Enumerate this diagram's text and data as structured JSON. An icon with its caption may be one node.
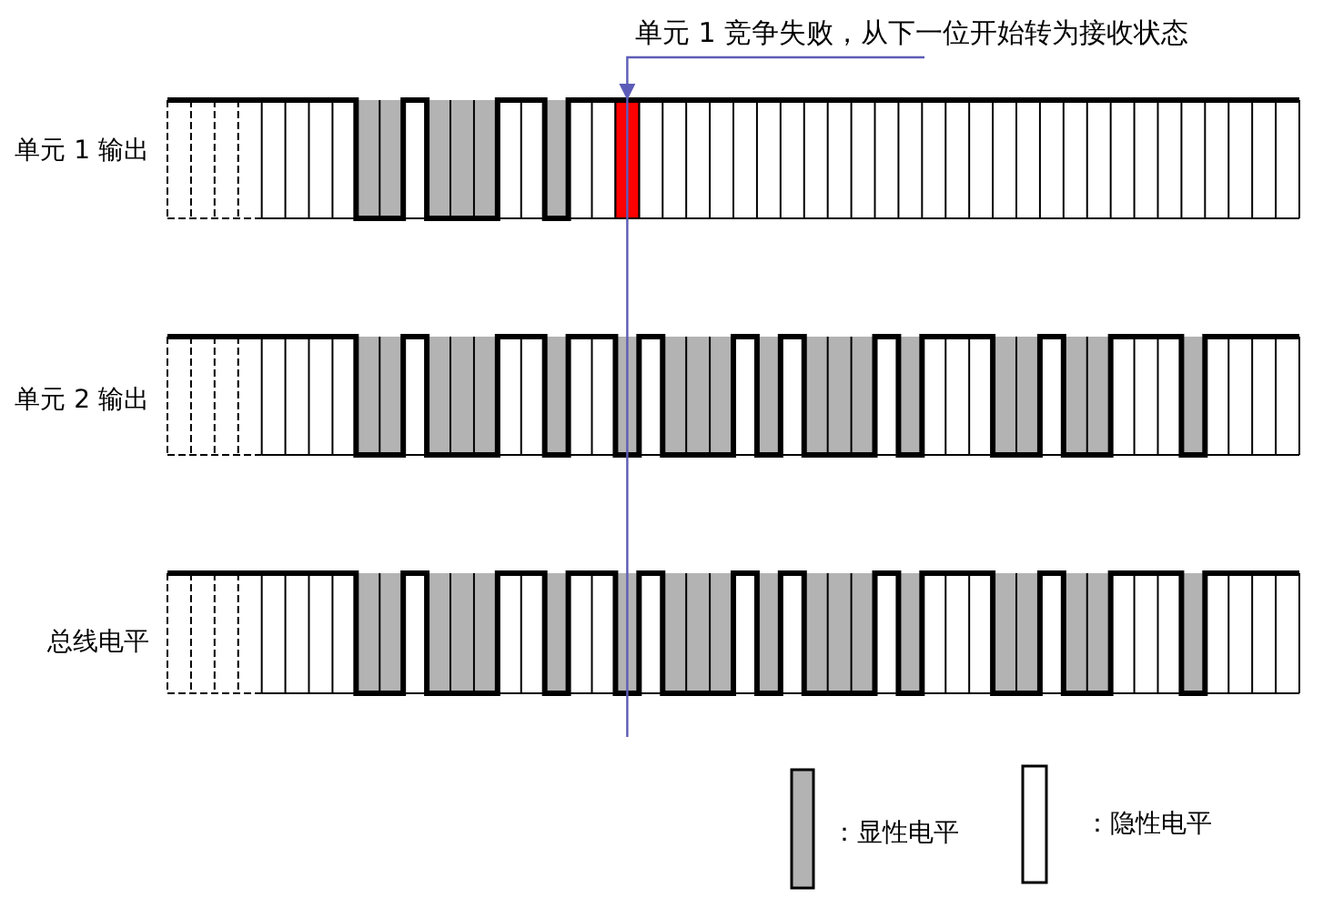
{
  "diagram": {
    "nodes": [
      {
        "text": [
          "单元 1 竞争失败，从下一位开始转为接收状态"
        ]
      },
      {
        "text": [],
        "shape": "bar"
      }
    ],
    "edges": [
      {
        "from": 0,
        "to": 1,
        "arrow": "to"
      }
    ],
    "labels": [
      "单元 1 输出",
      "单元 2 输出",
      "总线电平"
    ],
    "legend": [
      {
        "text": "：显性电平",
        "color": "#b3b3b3"
      },
      {
        "text": "：隐性电平"
      }
    ]
  }
}
